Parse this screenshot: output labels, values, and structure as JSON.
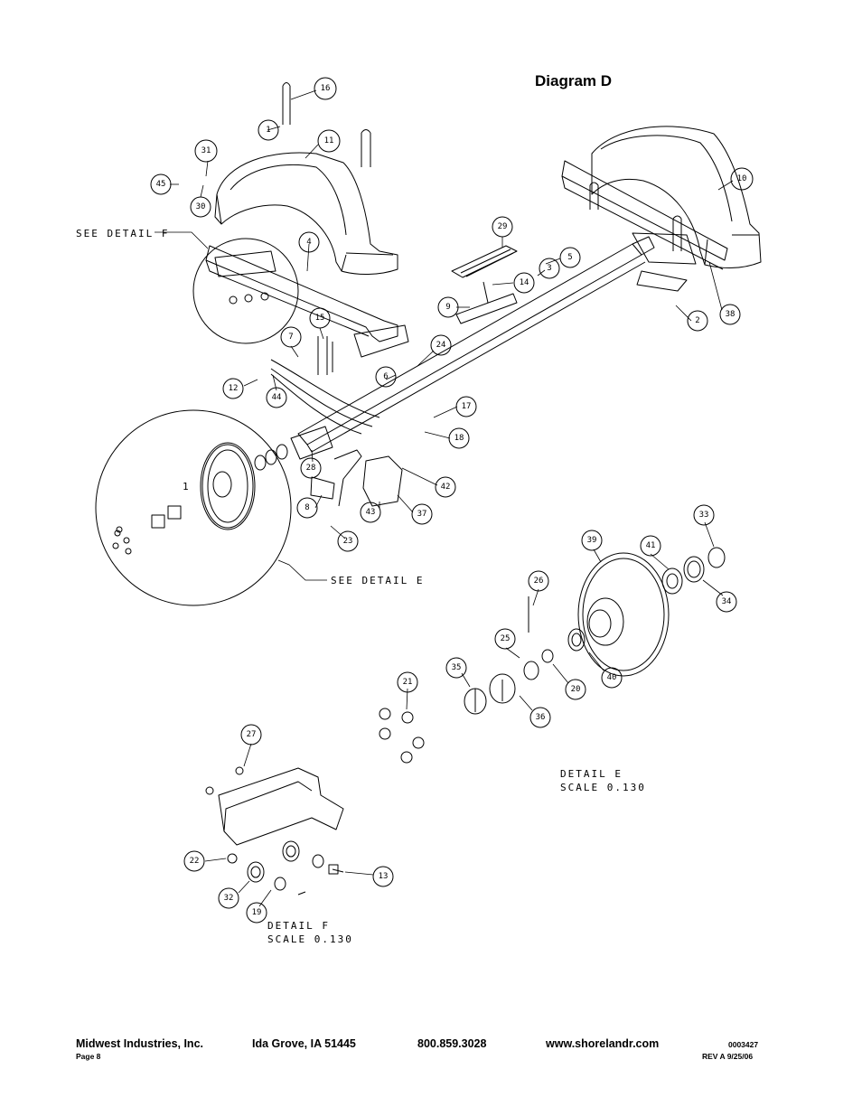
{
  "title": "Diagram D",
  "callouts": [
    "16",
    "1",
    "11",
    "31",
    "45",
    "30",
    "10",
    "29",
    "5",
    "3",
    "14",
    "4",
    "9",
    "2",
    "38",
    "15",
    "7",
    "24",
    "6",
    "12",
    "44",
    "17",
    "18",
    "28",
    "42",
    "8",
    "43",
    "37",
    "23",
    "33",
    "41",
    "39",
    "34",
    "26",
    "25",
    "35",
    "20",
    "40",
    "21",
    "36",
    "27",
    "22",
    "13",
    "32",
    "19"
  ],
  "notes": {
    "see_detail_f": "SEE DETAIL  F",
    "see_detail_e": "SEE DETAIL  E",
    "detail_e_line1": "DETAIL  E",
    "detail_e_line2": "SCALE  0.130",
    "detail_f_line1": "DETAIL  F",
    "detail_f_line2": "SCALE  0.130",
    "hub_1": "1"
  },
  "footer": {
    "company": "Midwest Industries, Inc.",
    "city": "Ida Grove, IA  51445",
    "phone": "800.859.3028",
    "website": "www.shorelandr.com",
    "doc_number": "0003427",
    "page": "Page 8",
    "revision": "REV A  9/25/06"
  }
}
